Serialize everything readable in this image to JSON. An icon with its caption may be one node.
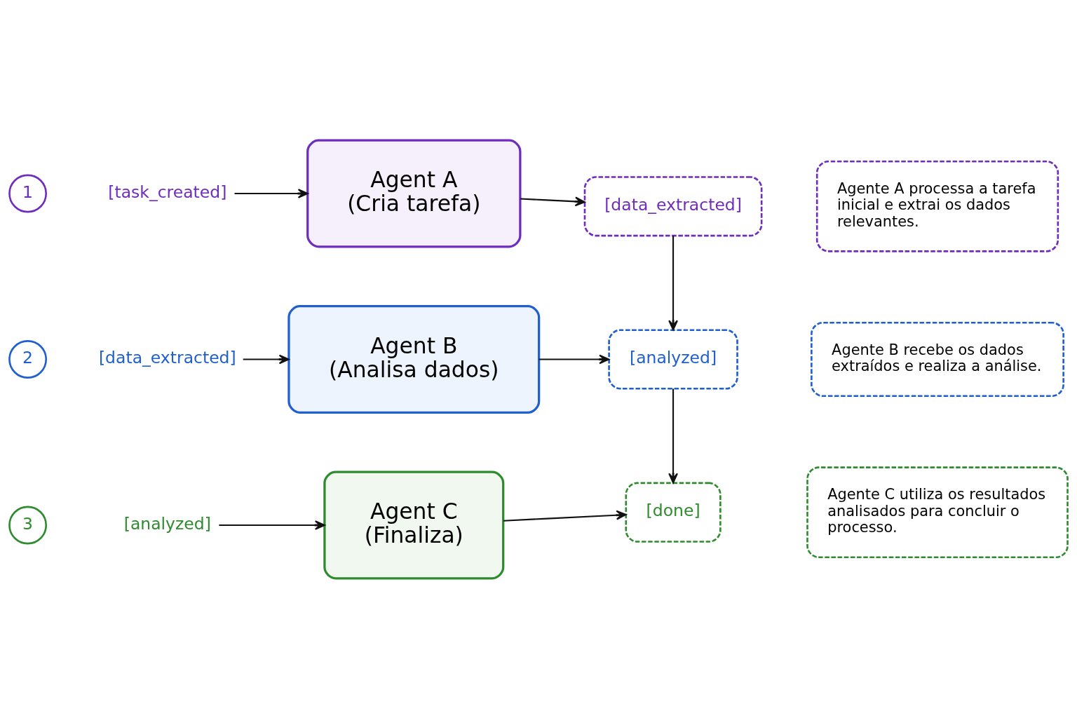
{
  "diagram": {
    "nodes": [
      {
        "text": [
          "1"
        ]
      },
      {
        "text": [
          "[task_created]"
        ]
      },
      {
        "text": [
          "Agent A",
          "(Cria tarefa)"
        ]
      },
      {
        "text": [
          "[data_extracted]"
        ]
      },
      {
        "text": [
          "Agente A processa a tarefa inicial e extrai os dados relevantes."
        ]
      },
      {
        "text": [
          "2"
        ]
      },
      {
        "text": [
          "[data_extracted]"
        ]
      },
      {
        "text": [
          "Agent B",
          "(Analisa dados)"
        ]
      },
      {
        "text": [
          "[analyzed]"
        ]
      },
      {
        "text": [
          "Agente B recebe os dados extraídos e realiza a análise."
        ]
      },
      {
        "text": [
          "3"
        ]
      },
      {
        "text": [
          "[analyzed]"
        ]
      },
      {
        "text": [
          "Agent C",
          "(Finaliza)"
        ]
      },
      {
        "text": [
          "[done]"
        ]
      },
      {
        "text": [
          "Agente C utiliza os resultados analisados para concluir o processo."
        ]
      }
    ],
    "edges": [
      {
        "from": 1,
        "to": 2,
        "arrow": "to"
      },
      {
        "from": 2,
        "to": 3,
        "arrow": "to"
      },
      {
        "from": 3,
        "to": 8,
        "arrow": "to"
      },
      {
        "from": 6,
        "to": 7,
        "arrow": "to"
      },
      {
        "from": 7,
        "to": 8,
        "arrow": "to"
      },
      {
        "from": 8,
        "to": 13,
        "arrow": "to"
      },
      {
        "from": 11,
        "to": 12,
        "arrow": "to"
      },
      {
        "from": 12,
        "to": 13,
        "arrow": "to"
      }
    ]
  }
}
